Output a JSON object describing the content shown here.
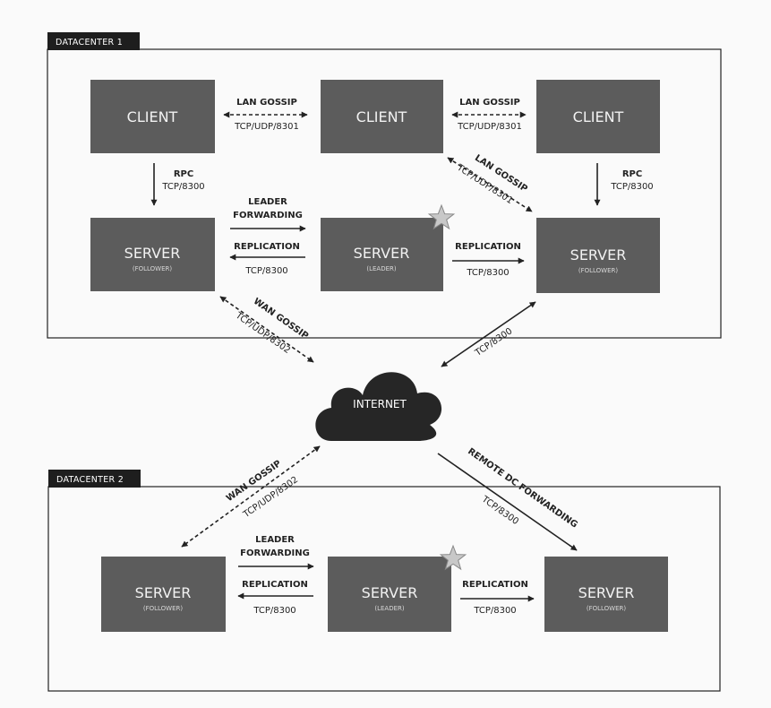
{
  "datacenter1": {
    "tab": "DATACENTER 1",
    "client_left": "CLIENT",
    "client_mid": "CLIENT",
    "client_right": "CLIENT",
    "server_left": {
      "title": "SERVER",
      "role": "(FOLLOWER)"
    },
    "server_mid": {
      "title": "SERVER",
      "role": "(LEADER)"
    },
    "server_right": {
      "title": "SERVER",
      "role": "(FOLLOWER)"
    },
    "lan_gossip_left": {
      "title": "LAN GOSSIP",
      "port": "TCP/UDP/8301"
    },
    "lan_gossip_right": {
      "title": "LAN GOSSIP",
      "port": "TCP/UDP/8301"
    },
    "lan_gossip_diag": {
      "title": "LAN GOSSIP",
      "port": "TCP/UDP/8301"
    },
    "rpc_left": {
      "title": "RPC",
      "port": "TCP/8300"
    },
    "rpc_right": {
      "title": "RPC",
      "port": "TCP/8300"
    },
    "leader_forwarding": {
      "line1": "LEADER",
      "line2": "FORWARDING"
    },
    "replication_left": {
      "title": "REPLICATION",
      "port": "TCP/8300"
    },
    "replication_right": {
      "title": "REPLICATION",
      "port": "TCP/8300"
    }
  },
  "internet": {
    "label": "INTERNET",
    "wan_gossip_top": {
      "title": "WAN GOSSIP",
      "port": "TCP/UDP/8302"
    },
    "tcp_top": "TCP/8300",
    "wan_gossip_bottom": {
      "title": "WAN GOSSIP",
      "port": "TCP/UDP/8302"
    },
    "remote_dc": {
      "title": "REMOTE DC FORWARDING",
      "port": "TCP/8300"
    }
  },
  "datacenter2": {
    "tab": "DATACENTER 2",
    "server_left": {
      "title": "SERVER",
      "role": "(FOLLOWER)"
    },
    "server_mid": {
      "title": "SERVER",
      "role": "(LEADER)"
    },
    "server_right": {
      "title": "SERVER",
      "role": "(FOLLOWER)"
    },
    "leader_forwarding": {
      "line1": "LEADER",
      "line2": "FORWARDING"
    },
    "replication_left": {
      "title": "REPLICATION",
      "port": "TCP/8300"
    },
    "replication_right": {
      "title": "REPLICATION",
      "port": "TCP/8300"
    }
  },
  "colors": {
    "node_fill": "#5c5c5c",
    "cloud_fill": "#262626",
    "leader_star": "#c8c8c8"
  }
}
